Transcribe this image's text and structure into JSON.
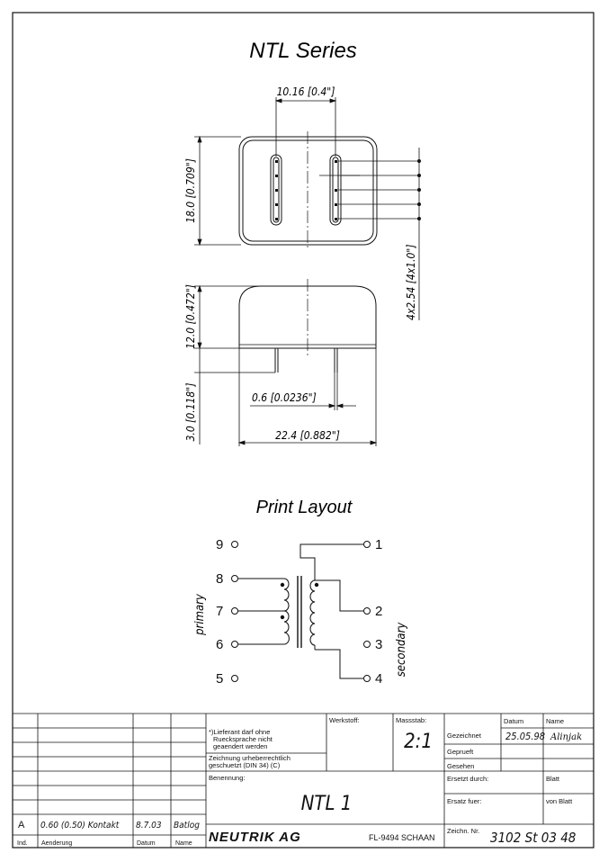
{
  "titles": {
    "series": "NTL Series",
    "print_layout": "Print Layout"
  },
  "dimensions": {
    "pitch": "10.16 [0.4\"]",
    "body_height": "18.0 [0.709\"]",
    "pin_spacing": "4x2.54 [4x1.0\"]",
    "side_height": "12.0 [0.472\"]",
    "pin_length": "3.0 [0.118\"]",
    "pin_dia": "0.6 [0.0236\"]",
    "width": "22.4 [0.882\"]"
  },
  "schematic": {
    "pins": {
      "p1": "1",
      "p2": "2",
      "p3": "3",
      "p4": "4",
      "p5": "5",
      "p6": "6",
      "p7": "7",
      "p8": "8",
      "p9": "9"
    },
    "primary_label": "primary",
    "secondary_label": "secondary"
  },
  "title_block": {
    "note1": "*)Lieferant darf ohne",
    "note2": "Ruecksprache nicht",
    "note3": "geaendert werden",
    "copyright1": "Zeichnung urheberrechtlich",
    "copyright2": "geschuetzt (DIN 34) (C)",
    "werkstoff": "Werkstoff:",
    "massstab": "Massstab:",
    "scale": "2:1",
    "datum_header": "Datum",
    "name_header": "Name",
    "gezeichnet": "Gezeichnet",
    "gez_date": "25.05.98",
    "gez_name": "Alinjak",
    "geprueft": "Geprueft",
    "gesehen": "Gesehen",
    "benennung": "Benennung:",
    "part_name": "NTL 1",
    "ersetzt_durch": "Ersetzt durch:",
    "blatt": "Blatt",
    "ersatz_fuer": "Ersatz fuer:",
    "von_blatt": "von Blatt",
    "zeichn_nr_label": "Zeichn. Nr.",
    "drawing_number": "3102 St 03 48",
    "company": "NEUTRIK AG",
    "location": "FL-9494 SCHAAN",
    "rev_index": "A",
    "rev_change": "0.60 (0.50) Kontakt",
    "rev_date": "8.7.03",
    "rev_name": "Batlog",
    "col_ind": "Ind.",
    "col_aenderung": "Aenderung",
    "col_datum": "Datum",
    "col_name": "Name"
  }
}
